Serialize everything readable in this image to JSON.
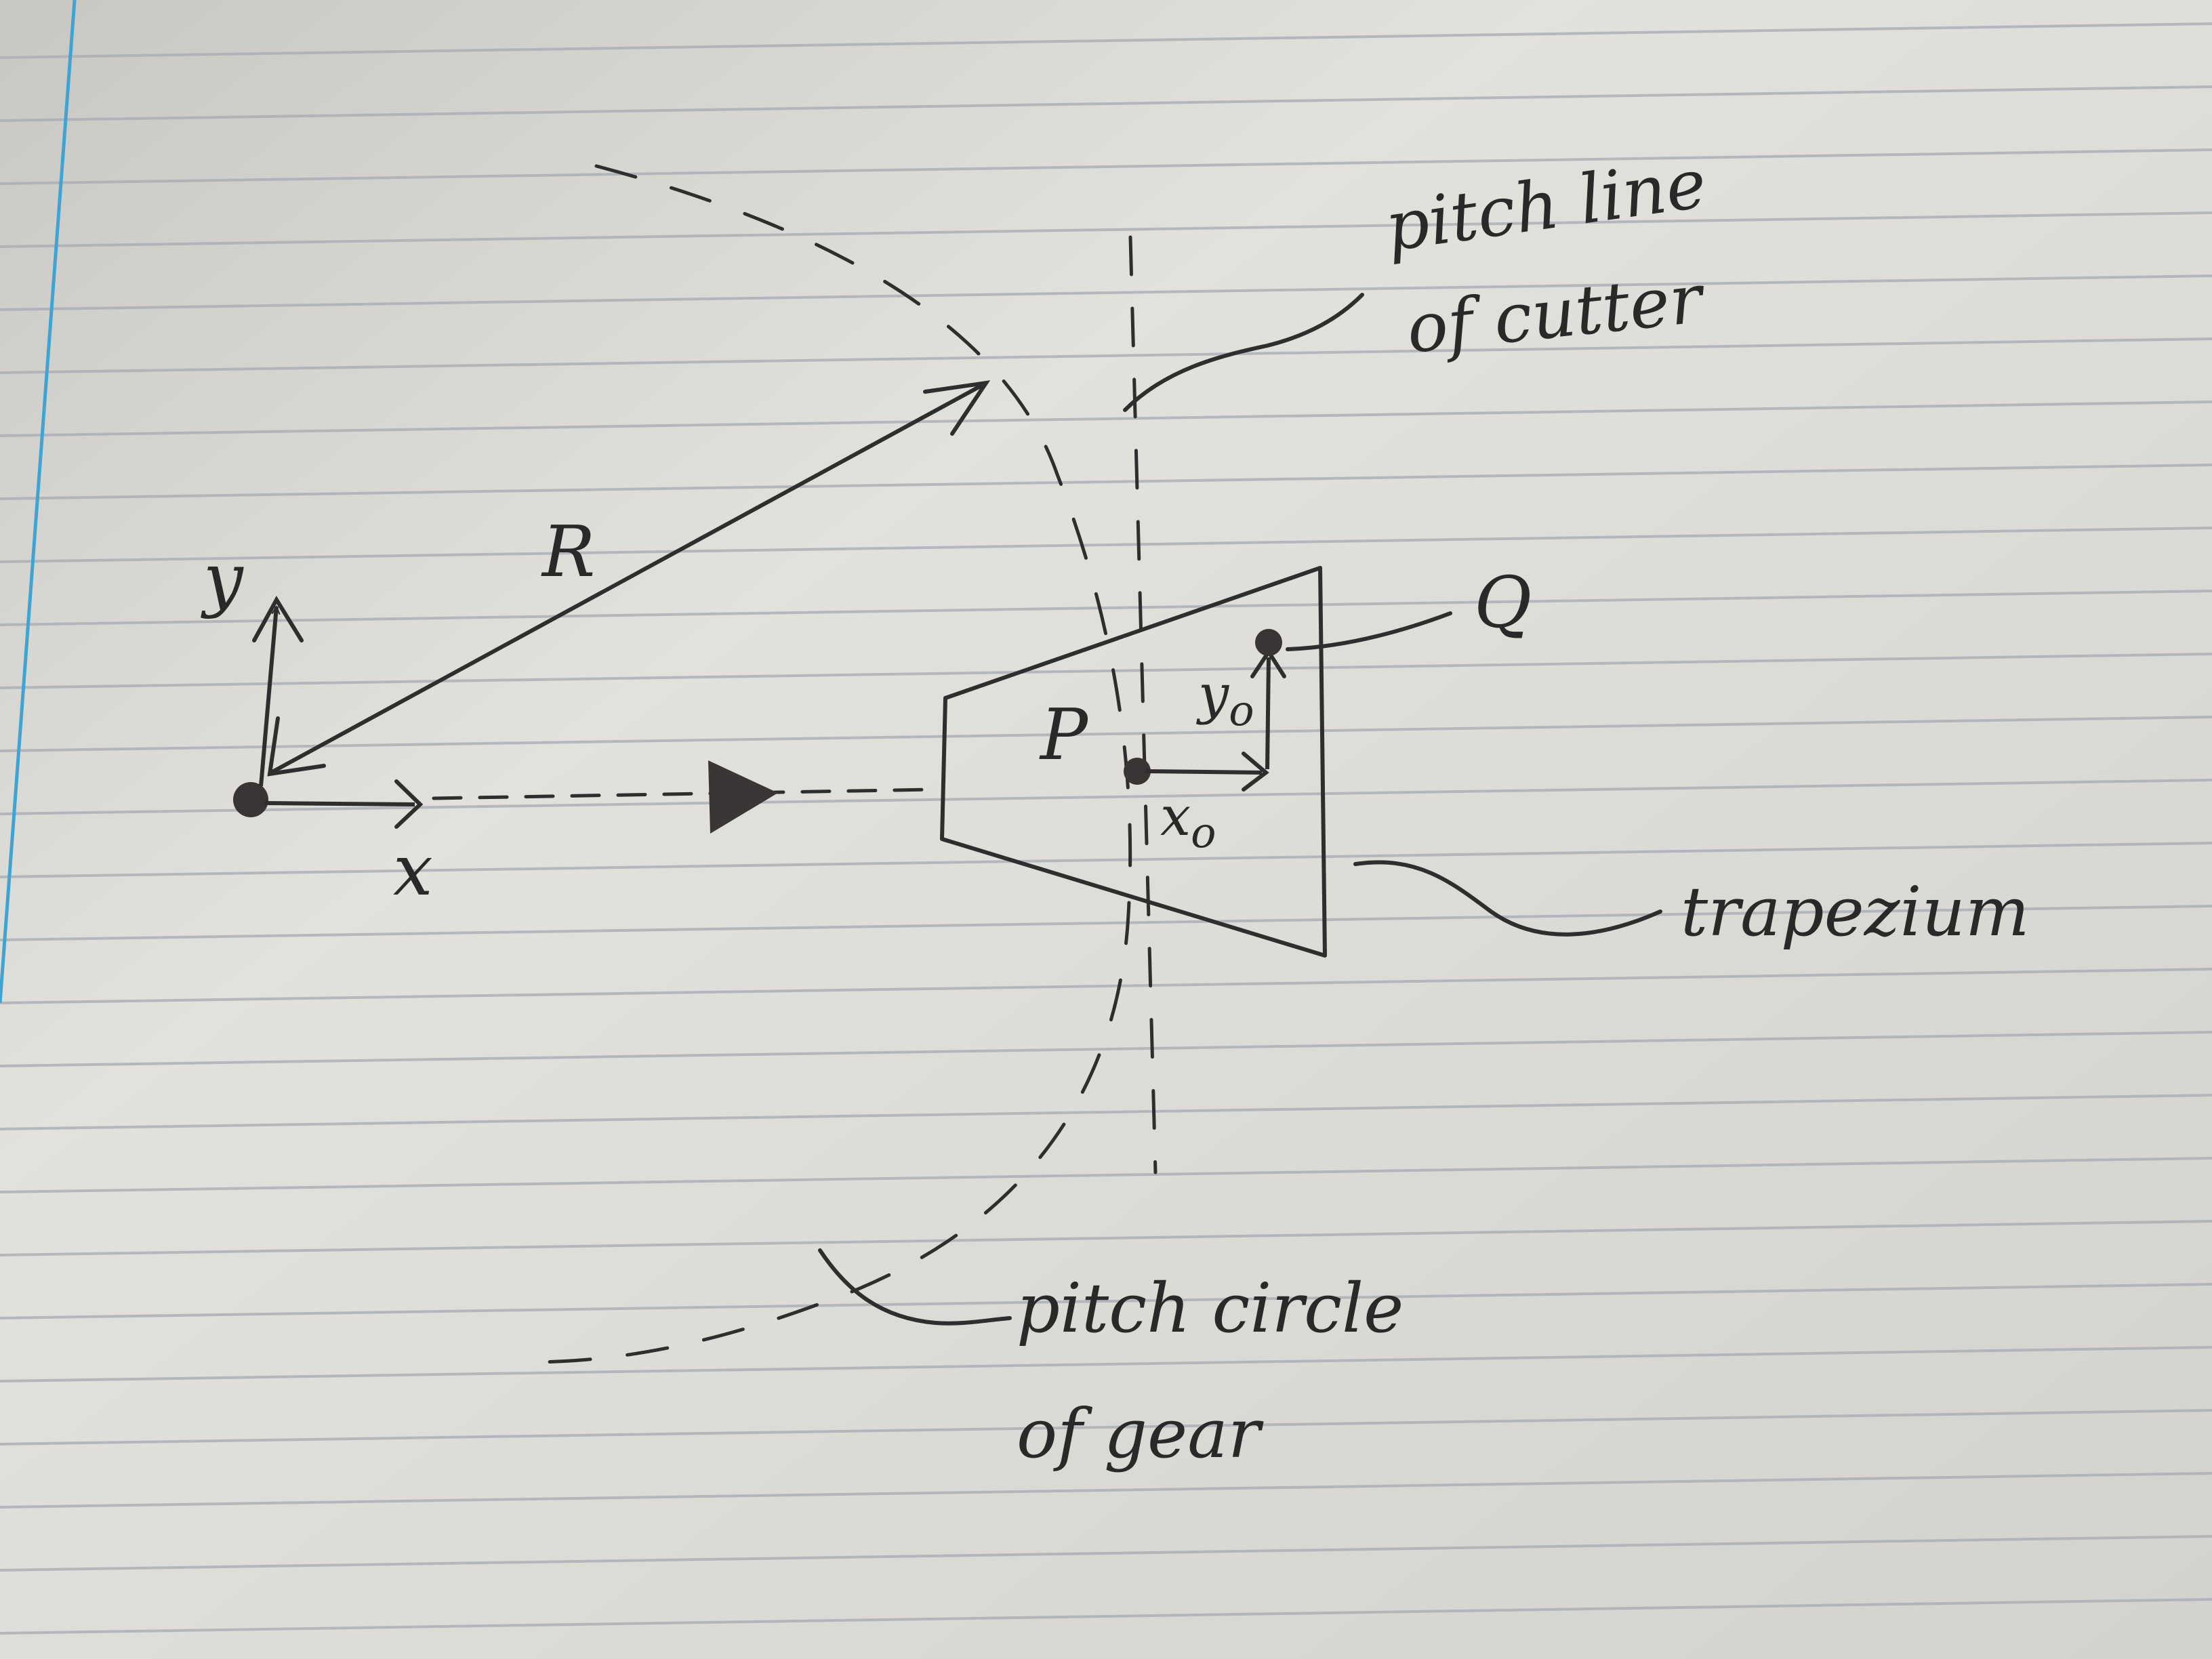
{
  "labels": {
    "y_axis": "y",
    "x_axis": "x",
    "radius": "R",
    "point_p": "P",
    "point_q": "Q",
    "x_offset": "x",
    "x_offset_sub": "o",
    "y_offset": "y",
    "y_offset_sub": "o",
    "pitch_line_1": "pitch line",
    "pitch_line_2": "of cutter",
    "trapezium": "trapezium",
    "pitch_circle_1": "pitch circle",
    "pitch_circle_2": "of gear"
  },
  "colors": {
    "paper": "#dcdbd6",
    "rule_line": "#a9aeb6",
    "margin_line": "#3fa3d4",
    "ink": "#2f2d2d"
  }
}
